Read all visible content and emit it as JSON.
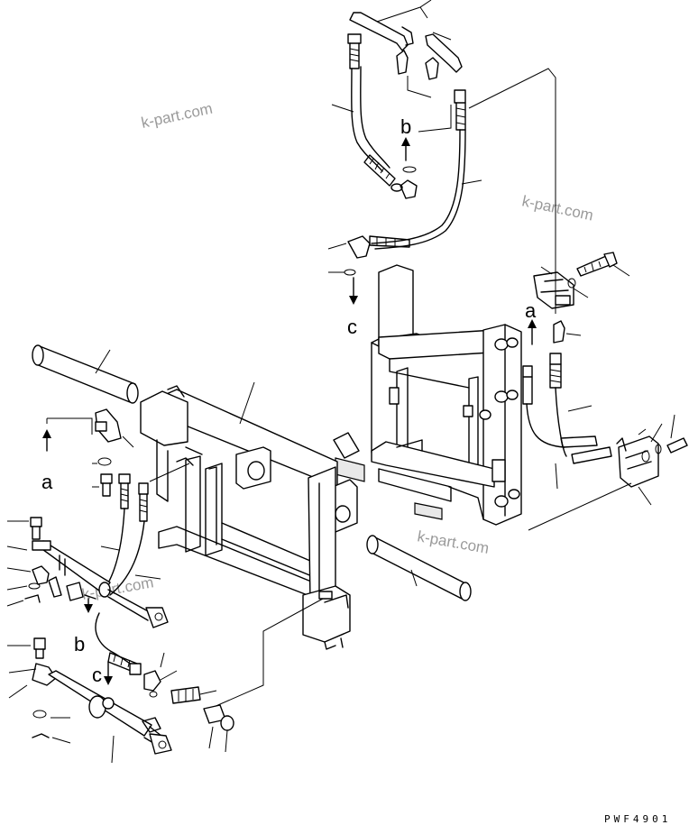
{
  "callouts": {
    "a_left": "a",
    "a_right": "a",
    "b_top": "b",
    "b_bottom": "b",
    "c_top": "c",
    "c_bottom": "c"
  },
  "watermark": "k-part.com",
  "drawing_code": "PWF4901"
}
